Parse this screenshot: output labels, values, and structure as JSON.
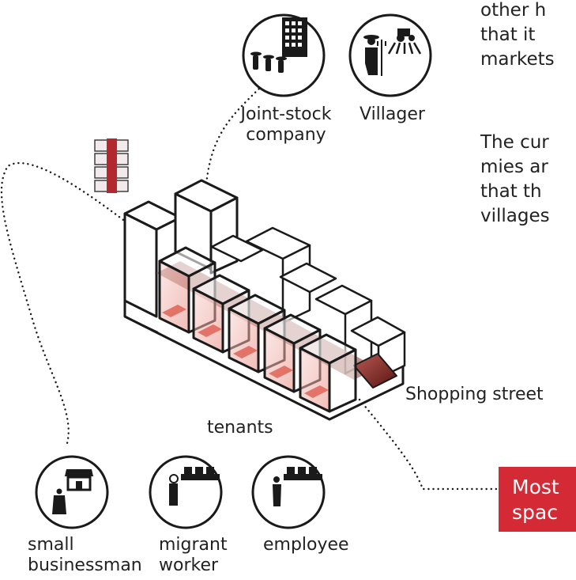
{
  "actors": {
    "joint_stock": {
      "line1": "Joint-stock",
      "line2": "company"
    },
    "villager": {
      "label": "Villager"
    }
  },
  "tenants": {
    "heading": "tenants",
    "small_businessman": {
      "line1": "small",
      "line2": "businessman"
    },
    "migrant_worker": {
      "line1": "migrant",
      "line2": "worker"
    },
    "employee": {
      "label": "employee"
    }
  },
  "shopping_street": {
    "label": "Shopping street"
  },
  "callout": {
    "line1": "Most",
    "line2": "spac"
  },
  "paragraph1": {
    "line1": "other h",
    "line2": "that it",
    "line3": "markets"
  },
  "paragraph2": {
    "line1": "The cur",
    "line2": "mies ar",
    "line3": "that th",
    "line4": "villages"
  },
  "colors": {
    "accent_red": "#d42a35",
    "pale_red": "#f3c3bd",
    "outline": "#1a1a1a"
  }
}
